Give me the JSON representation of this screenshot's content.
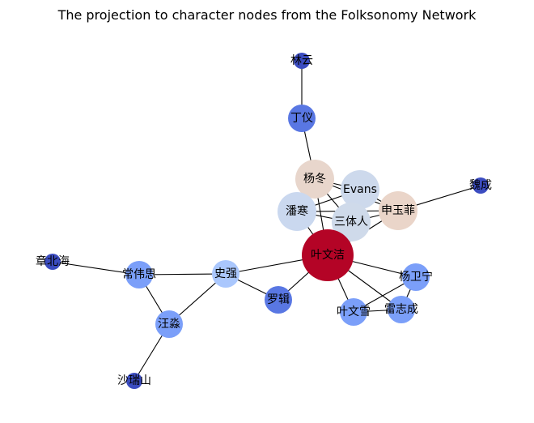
{
  "diagram": {
    "title": "The projection to character nodes from the Folksonomy Network",
    "nodes": [
      {
        "id": "林云",
        "label": "林云",
        "color": "#3b4cc0",
        "size": 1
      },
      {
        "id": "丁仪",
        "label": "丁仪",
        "color": "#5977e3",
        "size": 2
      },
      {
        "id": "杨冬",
        "label": "杨冬",
        "color": "#e8d6cc",
        "size": 3
      },
      {
        "id": "Evans",
        "label": "Evans",
        "color": "#cdd9ec",
        "size": 3
      },
      {
        "id": "魏成",
        "label": "魏成",
        "color": "#3b4cc0",
        "size": 1
      },
      {
        "id": "潘寒",
        "label": "潘寒",
        "color": "#cad8ef",
        "size": 3
      },
      {
        "id": "申玉菲",
        "label": "申玉菲",
        "color": "#ead5c9",
        "size": 3
      },
      {
        "id": "三体人",
        "label": "三体人",
        "color": "#cfdaea",
        "size": 3
      },
      {
        "id": "叶文洁",
        "label": "叶文洁",
        "color": "#b40426",
        "size": 5
      },
      {
        "id": "章北海",
        "label": "章北海",
        "color": "#3b4cc0",
        "size": 1
      },
      {
        "id": "常伟思",
        "label": "常伟思",
        "color": "#7b9ff9",
        "size": 2
      },
      {
        "id": "史强",
        "label": "史强",
        "color": "#aac7fd",
        "size": 2
      },
      {
        "id": "杨卫宁",
        "label": "杨卫宁",
        "color": "#7b9ff9",
        "size": 2
      },
      {
        "id": "罗辑",
        "label": "罗辑",
        "color": "#5977e3",
        "size": 2
      },
      {
        "id": "叶文雪",
        "label": "叶文雪",
        "color": "#7b9ff9",
        "size": 2
      },
      {
        "id": "雷志成",
        "label": "雷志成",
        "color": "#7b9ff9",
        "size": 2
      },
      {
        "id": "汪淼",
        "label": "汪淼",
        "color": "#7b9ff9",
        "size": 2
      },
      {
        "id": "沙瑞山",
        "label": "沙瑞山",
        "color": "#3b4cc0",
        "size": 1
      }
    ],
    "edges": [
      [
        "林云",
        "丁仪"
      ],
      [
        "丁仪",
        "杨冬"
      ],
      [
        "杨冬",
        "Evans"
      ],
      [
        "杨冬",
        "潘寒"
      ],
      [
        "杨冬",
        "三体人"
      ],
      [
        "杨冬",
        "申玉菲"
      ],
      [
        "杨冬",
        "叶文洁"
      ],
      [
        "Evans",
        "潘寒"
      ],
      [
        "Evans",
        "三体人"
      ],
      [
        "Evans",
        "申玉菲"
      ],
      [
        "Evans",
        "叶文洁"
      ],
      [
        "潘寒",
        "三体人"
      ],
      [
        "潘寒",
        "申玉菲"
      ],
      [
        "潘寒",
        "叶文洁"
      ],
      [
        "三体人",
        "申玉菲"
      ],
      [
        "三体人",
        "叶文洁"
      ],
      [
        "申玉菲",
        "叶文洁"
      ],
      [
        "申玉菲",
        "魏成"
      ],
      [
        "叶文洁",
        "史强"
      ],
      [
        "叶文洁",
        "罗辑"
      ],
      [
        "叶文洁",
        "杨卫宁"
      ],
      [
        "叶文洁",
        "叶文雪"
      ],
      [
        "叶文洁",
        "雷志成"
      ],
      [
        "杨卫宁",
        "叶文雪"
      ],
      [
        "杨卫宁",
        "雷志成"
      ],
      [
        "叶文雪",
        "雷志成"
      ],
      [
        "史强",
        "罗辑"
      ],
      [
        "史强",
        "常伟思"
      ],
      [
        "史强",
        "汪淼"
      ],
      [
        "常伟思",
        "章北海"
      ],
      [
        "常伟思",
        "汪淼"
      ],
      [
        "汪淼",
        "沙瑞山"
      ]
    ]
  }
}
